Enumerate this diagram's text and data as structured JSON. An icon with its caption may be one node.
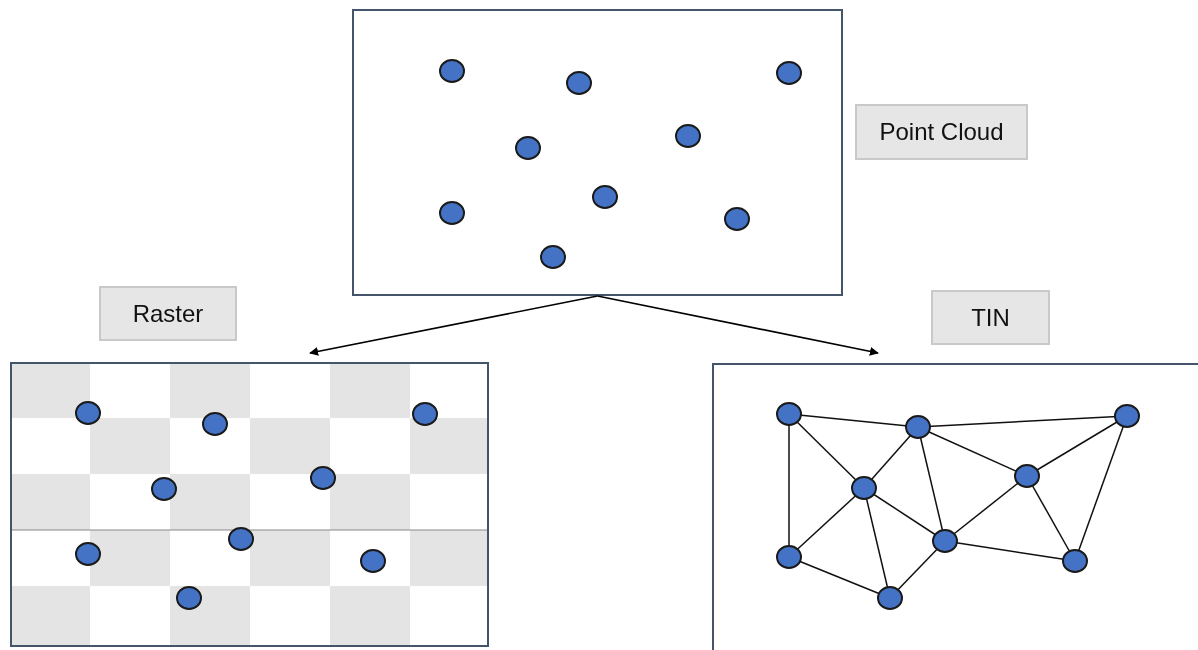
{
  "diagram": {
    "nodes": [
      {
        "text": [],
        "shape": "box"
      },
      {
        "text": [
          "Point Cloud"
        ]
      },
      {
        "text": [
          "Raster"
        ]
      },
      {
        "text": [
          "TIN"
        ]
      },
      {
        "text": [],
        "shape": "box"
      },
      {
        "text": [],
        "shape": "box"
      }
    ],
    "edges": [
      {
        "from": 0,
        "to": 4,
        "arrow": "to"
      },
      {
        "from": 0,
        "to": 5,
        "arrow": "to"
      }
    ]
  }
}
